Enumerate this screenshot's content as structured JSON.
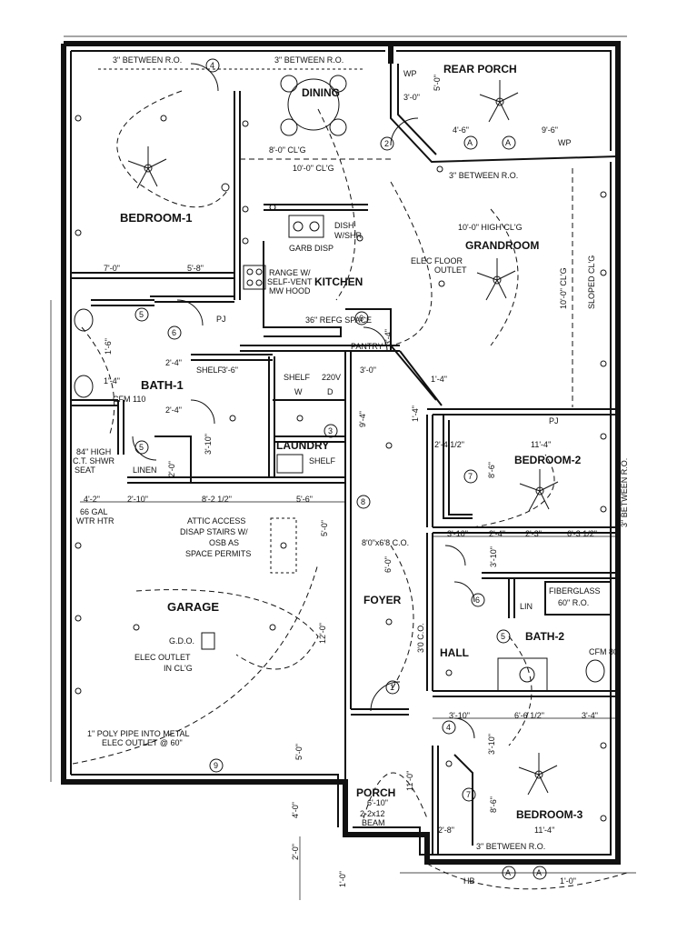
{
  "rooms": {
    "bedroom1": "BEDROOM-1",
    "dining": "DINING",
    "rear_porch": "REAR PORCH",
    "grandroom": "GRANDROOM",
    "kitchen": "KITCHEN",
    "bath1": "BATH-1",
    "laundry": "LAUNDRY",
    "bedroom2": "BEDROOM-2",
    "garage": "GARAGE",
    "foyer": "FOYER",
    "hall": "HALL",
    "bath2": "BATH-2",
    "porch": "PORCH",
    "bedroom3": "BEDROOM-3",
    "pantry": "PANTRY",
    "linen": "LINEN",
    "lin": "LIN"
  },
  "notes": {
    "between_ro_a": "3\" BETWEEN R.O.",
    "between_ro_b": "3\" BETWEEN R.O.",
    "between_ro_c": "3\" BETWEEN R.O.",
    "between_ro_d": "3\" BETWEEN R.O.",
    "between_ro_vert": "3\" BETWEEN R.O.",
    "clg_8": "8'-0\" CL'G",
    "clg_10": "10'-0\" CL'G",
    "high_clg": "10'-0\" HIGH CL'G",
    "clg_10_vert": "10'-0\" CL'G",
    "sloped_clg": "SLOPED CL'G",
    "dish": "DISH",
    "wshr": "W/SHR",
    "garb_disp": "GARB DISP",
    "range": "RANGE W/",
    "self_vent": "SELF-VENT",
    "mw_hood": "MW HOOD",
    "refg_space": "36\" REFG SPACE",
    "elec_floor_outlet": "ELEC FLOOR",
    "elec_floor_outlet2": "OUTLET",
    "shelf_1": "SHELF",
    "shelf_2": "SHELF",
    "shelf_3": "SHELF",
    "volt_220": "220V",
    "washer": "W",
    "dryer": "D",
    "cfm_110": "CFM 110",
    "shower_note1": "84\" HIGH",
    "shower_note2": "C.T. SHWR",
    "shower_note3": "SEAT",
    "water_heater1": "66 GAL",
    "water_heater2": "WTR HTR",
    "attic1": "ATTIC ACCESS",
    "attic2": "DISAP STAIRS W/",
    "attic3": "OSB AS",
    "attic4": "SPACE PERMITS",
    "co_size": "8'0\"x6'8 C.O.",
    "co_30": "3'0 C.O.",
    "gdo": "G.D.O.",
    "elec_ceiling1": "ELEC OUTLET",
    "elec_ceiling2": "IN CL'G",
    "poly_pipe1": "1\" POLY PIPE INTO METAL",
    "poly_pipe2": "ELEC OUTLET @ 60\"",
    "fiberglass1": "FIBERGLASS",
    "fiberglass2": "60\" R.O.",
    "cfm_80": "CFM 80",
    "beam1": "2-2x12",
    "beam2": "BEAM",
    "wp_1": "WP",
    "wp_2": "WP",
    "hb": "HB",
    "pj_1": "PJ",
    "pj_2": "PJ"
  },
  "dimensions": [
    "7'-0\"",
    "5'-8\"",
    "1'-6\"",
    "2'-4\"",
    "3'-6\"",
    "1'-4\"",
    "2'-4\"",
    "3'-10\"",
    "2'-0\"",
    "4'-2\"",
    "2'-10\"",
    "8'-2 1/2\"",
    "5'-6\"",
    "3'-0\"",
    "9'-4\"",
    "1'-4\"",
    "3'-4\"",
    "2'-4 1/2\"",
    "11'-4\"",
    "8'-6\"",
    "3'-10\"",
    "2'-4\"",
    "2'-3\"",
    "6'-3 1/2\"",
    "3'-10\"",
    "3'-10\"",
    "6'-6 1/2\"",
    "3'-4\"",
    "3'-10\"",
    "11'-4\"",
    "8'-6\"",
    "2'-8\"",
    "6'-10\"",
    "4'-0\"",
    "2'-0\"",
    "5'-0\"",
    "12'-0\"",
    "11'-0\"",
    "5'-0\"",
    "1'-0\"",
    "4'-6\"",
    "9'-6\"",
    "3'-0\"",
    "5'-0\"",
    "1'-4\"",
    "6'-0\"",
    "1'-0\""
  ],
  "tags": [
    "4",
    "2",
    "5",
    "6",
    "5",
    "3",
    "8",
    "7",
    "6",
    "5",
    "4",
    "7",
    "1",
    "9",
    "6"
  ],
  "grid_markers": [
    "A",
    "A",
    "A",
    "A"
  ]
}
